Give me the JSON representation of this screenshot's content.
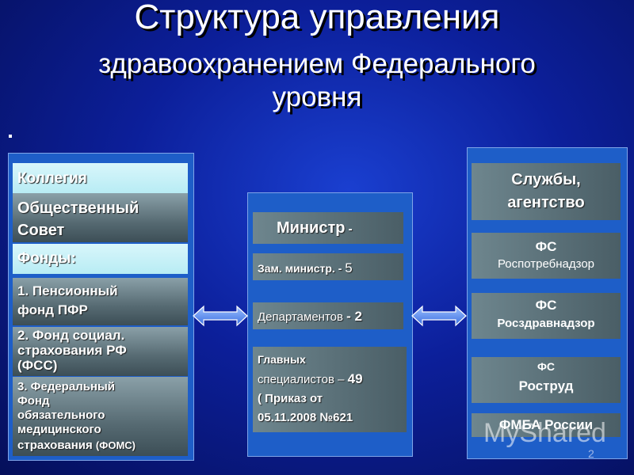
{
  "title": {
    "line1": "Структура управления",
    "line2": "здравоохранением Федерального",
    "line3": "уровня"
  },
  "bullet": ".",
  "left": {
    "kollegia": "Коллегия",
    "public_council_1": "Общественный",
    "public_council_2": "Совет",
    "funds_header": "Фонды:",
    "fund1_line1": "1. Пенсионный",
    "fund1_line2": "фонд ПФР",
    "fund2_line1": "2. Фонд социал.",
    "fund2_line2": "страхования РФ",
    "fund2_line3": "(ФСС)",
    "fund3_line1": "3. Федеральный",
    "fund3_line2": "Фонд",
    "fund3_line3": "обязательного",
    "fund3_line4": "медицинского",
    "fund3_line5a": "страхования ",
    "fund3_line5b": "(ФОМС)"
  },
  "center": {
    "minister": "Министр",
    "minister_suffix": " -",
    "deputy_label": "Зам. министр. -",
    "deputy_count": "5",
    "departments_label": "Департаментов",
    "departments_count": "- 2",
    "chief_line1": "Главных",
    "chief_line2a": "специалистов –",
    "chief_line2b": "49",
    "chief_line3": "( Приказ от",
    "chief_line4": "05.11.2008 №621"
  },
  "right": {
    "services_line1": "Службы,",
    "services_line2": "агентство",
    "fs1_line1": "ФС",
    "fs1_line2": "Роспотребнадзор",
    "fs2_line1": "ФС",
    "fs2_line2": "Росздравнадзор",
    "fs3_line1": "ФС",
    "fs3_line2": "Роструд",
    "fmba": "ФМБА России"
  },
  "watermark": "MyShared",
  "page_number": "2",
  "colors": {
    "background": "#0c1f9a",
    "panel": "#1e5ec8",
    "light_box": "#c8f0f6",
    "grey_box": "#5a6e76",
    "arrow": "#5a8ff0"
  }
}
